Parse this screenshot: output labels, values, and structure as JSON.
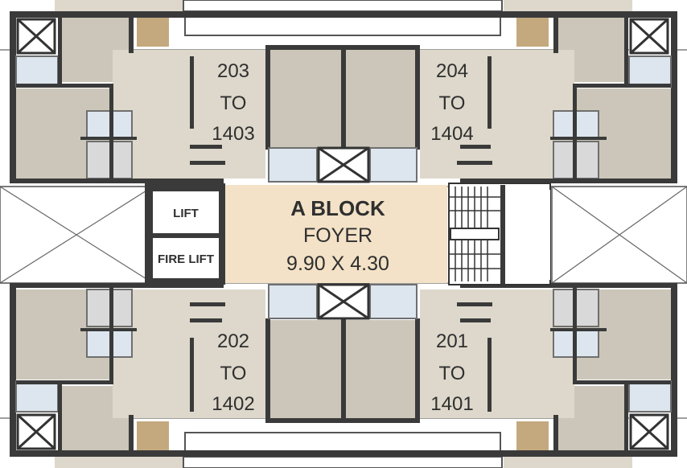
{
  "foyer": {
    "block": "A BLOCK",
    "name": "FOYER",
    "size": "9.90 X 4.30"
  },
  "lifts": {
    "lift": "LIFT",
    "fire_lift": "FIRE LIFT"
  },
  "units": [
    {
      "start": "203",
      "to": "TO",
      "end": "1403"
    },
    {
      "start": "204",
      "to": "TO",
      "end": "1404"
    },
    {
      "start": "202",
      "to": "TO",
      "end": "1402"
    },
    {
      "start": "201",
      "to": "TO",
      "end": "1401"
    }
  ],
  "colors": {
    "wall": "#3a3a3a",
    "room": "#cbc6b9",
    "foyer": "#f3e2c7",
    "window": "#dde6ee"
  }
}
